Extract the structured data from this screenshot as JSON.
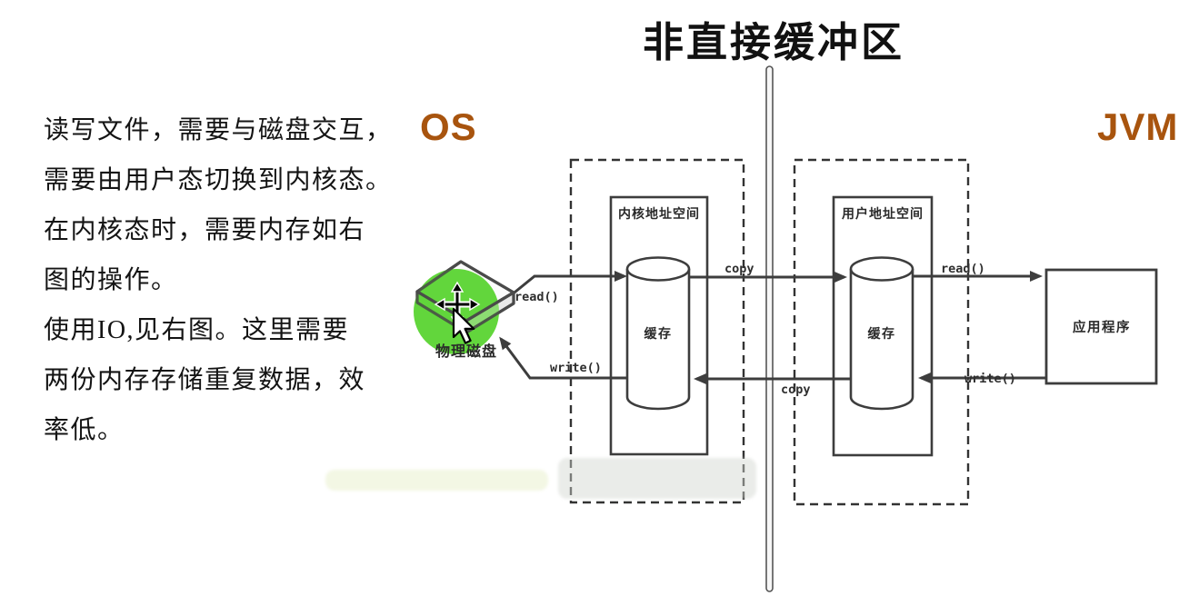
{
  "title": "非直接缓冲区",
  "left_notes": {
    "lines": [
      "读写文件，需要与磁盘交互，",
      "需要由用户态切换到内核态。",
      "在内核态时，需要内存如右",
      "图的操作。",
      "使用IO,见右图。这里需要",
      "两份内存存储重复数据，效",
      "率低。"
    ]
  },
  "platforms": {
    "os": "OS",
    "jvm": "JVM"
  },
  "diagram": {
    "kernel_space_label": "内核地址空间",
    "user_space_label": "用户地址空间",
    "kernel_cache_label": "缓存",
    "user_cache_label": "缓存",
    "application_label": "应用程序",
    "physical_disk_label": "物理磁盘",
    "arrows": {
      "read_disk_to_kernel": "read()",
      "write_kernel_to_disk": "write()",
      "copy_kernel_to_user": "copy",
      "copy_user_to_kernel": "copy",
      "read_user_to_app": "read()",
      "write_app_to_user": "write()"
    }
  },
  "colors": {
    "accent_platform": "#a8540e",
    "diagram_line": "#3d3d3d",
    "disk_green": "#55d22b",
    "text": "#141414"
  },
  "icons": {
    "physical_disk": "physical-disk-icon",
    "move_cursor": "move-cursor-icon"
  }
}
